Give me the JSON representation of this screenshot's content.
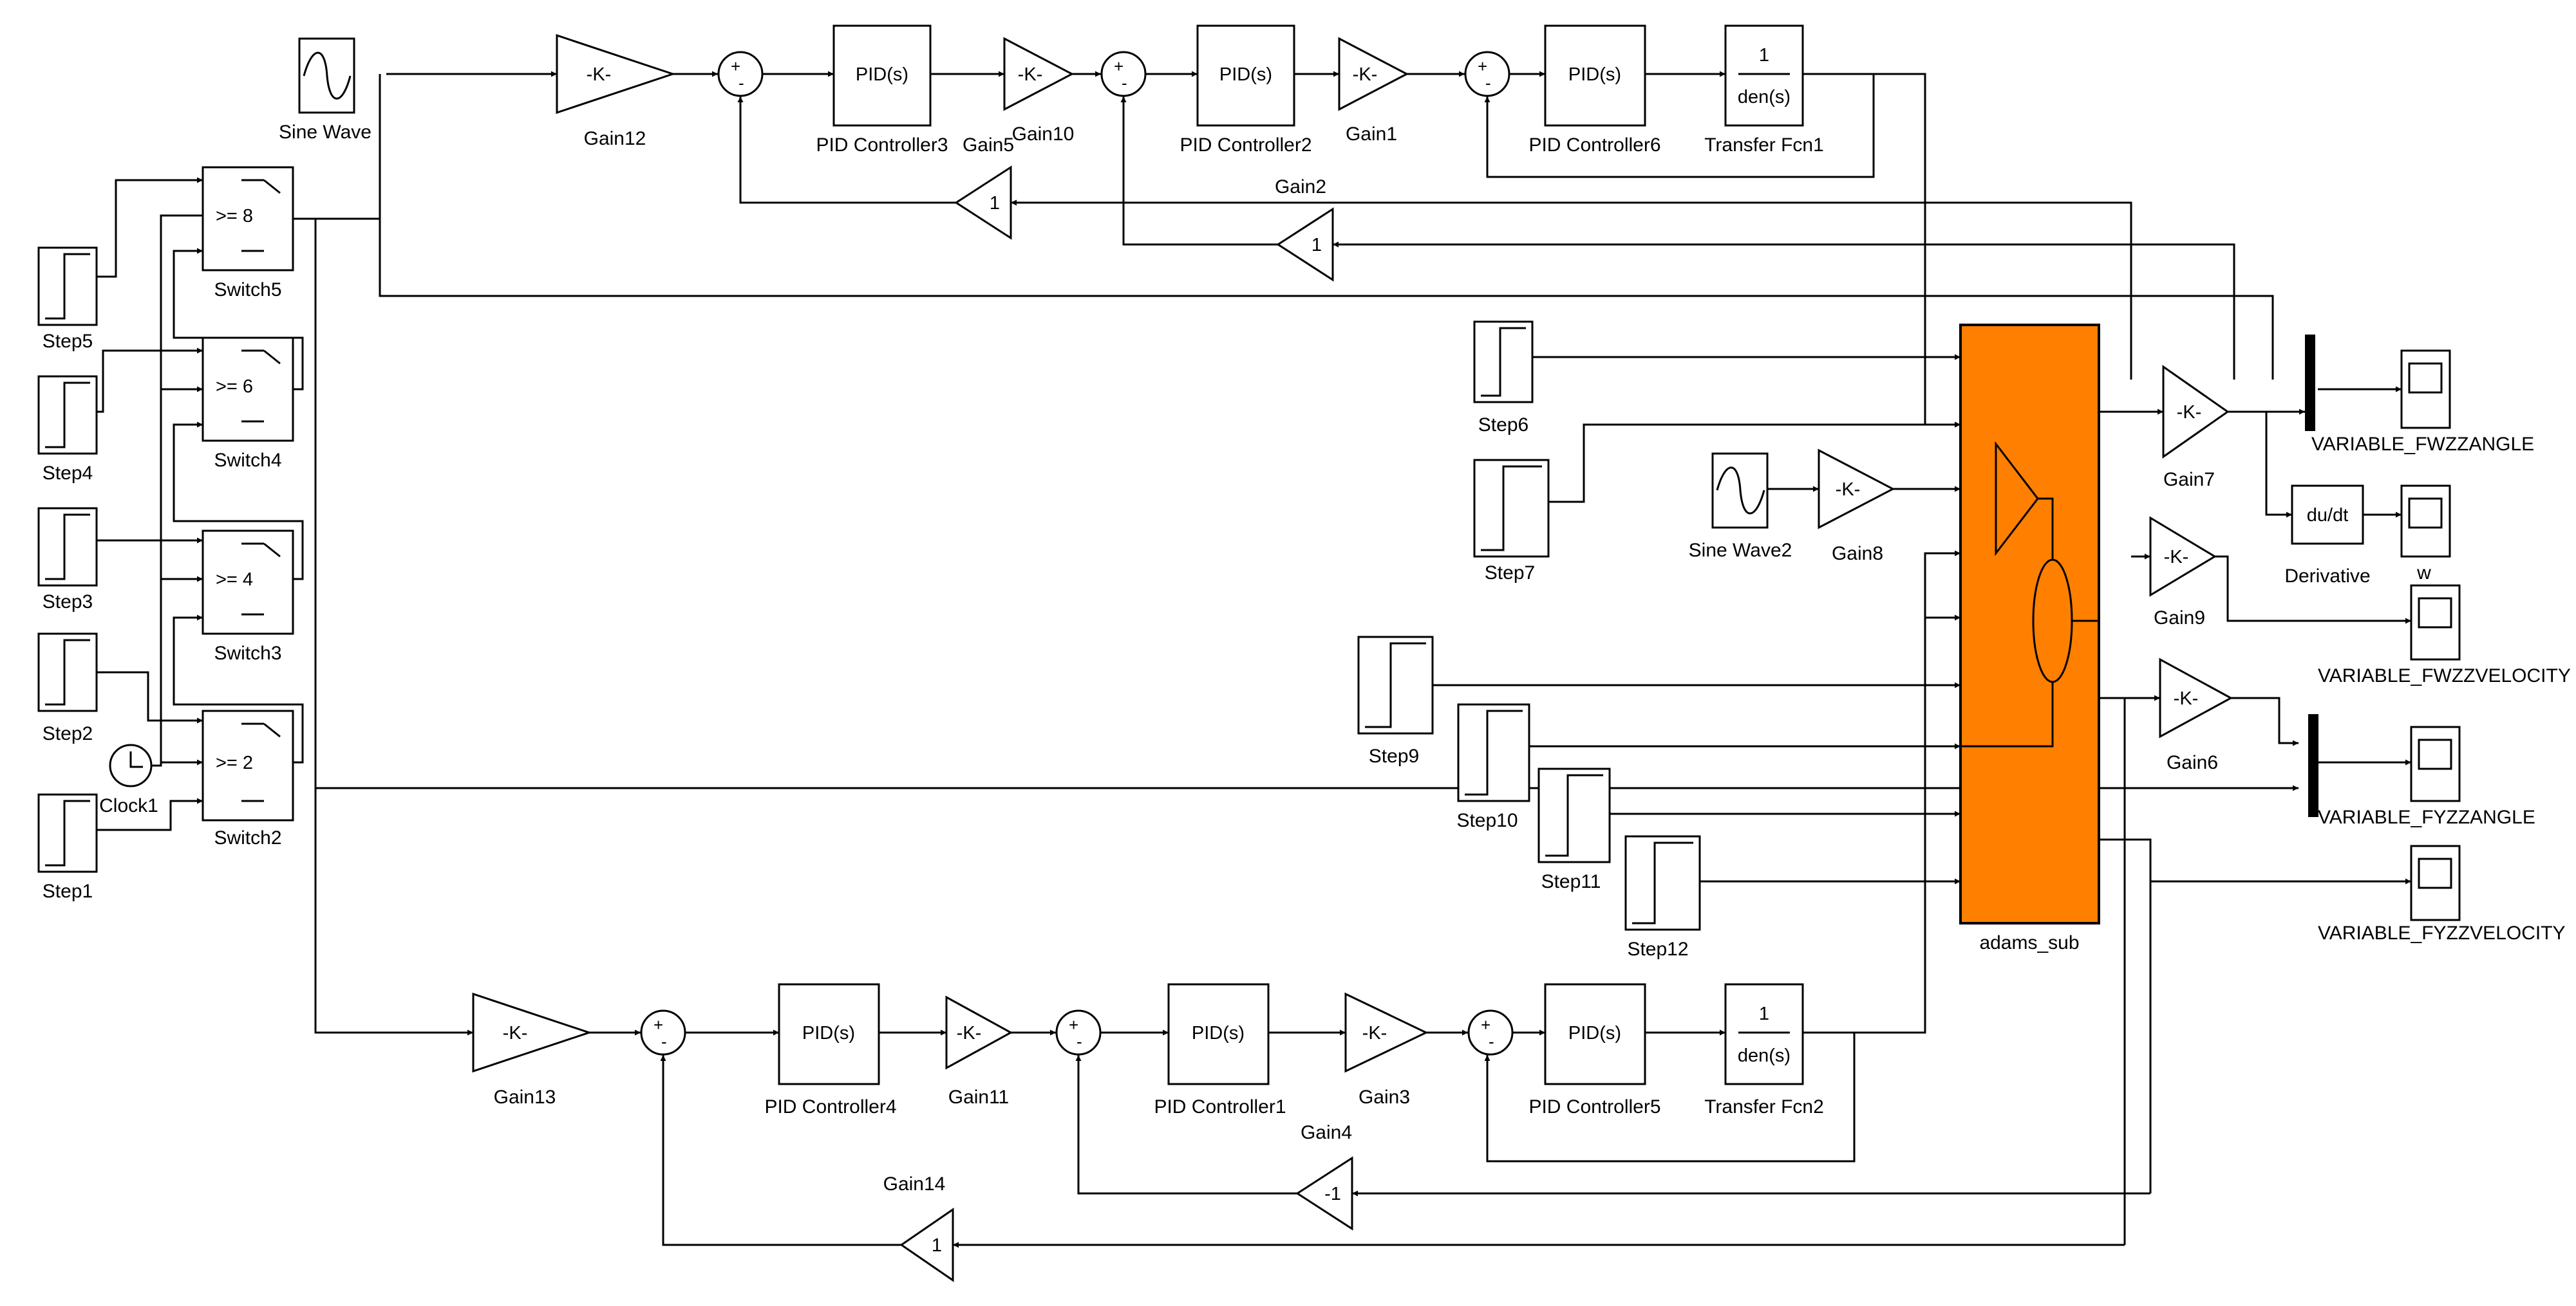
{
  "colors": {
    "subsystem": "#ff7f00",
    "line": "#000000",
    "background": "#ffffff"
  },
  "labels": {
    "sine_wave": "Sine Wave",
    "sine_wave2": "Sine Wave2",
    "step1": "Step1",
    "step2": "Step2",
    "step3": "Step3",
    "step4": "Step4",
    "step5": "Step5",
    "step6": "Step6",
    "step7": "Step7",
    "step9": "Step9",
    "step10": "Step10",
    "step11": "Step11",
    "step12": "Step12",
    "clock1": "Clock1",
    "switch2": "Switch2",
    "switch3": "Switch3",
    "switch4": "Switch4",
    "switch5": "Switch5",
    "gain1": "Gain1",
    "gain2": "Gain2",
    "gain3": "Gain3",
    "gain4": "Gain4",
    "gain5": "Gain5",
    "gain6": "Gain6",
    "gain7": "Gain7",
    "gain8": "Gain8",
    "gain9": "Gain9",
    "gain10": "Gain10",
    "gain11": "Gain11",
    "gain12": "Gain12",
    "gain13": "Gain13",
    "gain14": "Gain14",
    "pid1": "PID Controller1",
    "pid2": "PID Controller2",
    "pid3": "PID Controller3",
    "pid4": "PID Controller4",
    "pid5": "PID Controller5",
    "pid6": "PID Controller6",
    "tf1": "Transfer Fcn1",
    "tf2": "Transfer Fcn2",
    "derivative": "Derivative",
    "w_scope": "w",
    "scope_fwzz_angle": "VARIABLE_FWZZANGLE",
    "scope_fwzz_velocity": "VARIABLE_FWZZVELOCITY",
    "scope_fyzz_angle": "VARIABLE_FYZZANGLE",
    "scope_fyzz_velocity": "VARIABLE_FYZZVELOCITY",
    "adams_sub": "adams_sub"
  },
  "block_text": {
    "gain_k": "-K-",
    "pid": "PID(s)",
    "tf_num": "1",
    "tf_den": "den(s)",
    "deriv": "du/dt",
    "gain_one": "1",
    "gain_minus_one": "-1",
    "sw2": ">= 2",
    "sw3": ">= 4",
    "sw4": ">= 6",
    "sw5": ">= 8",
    "plus": "+",
    "minus": "-"
  }
}
